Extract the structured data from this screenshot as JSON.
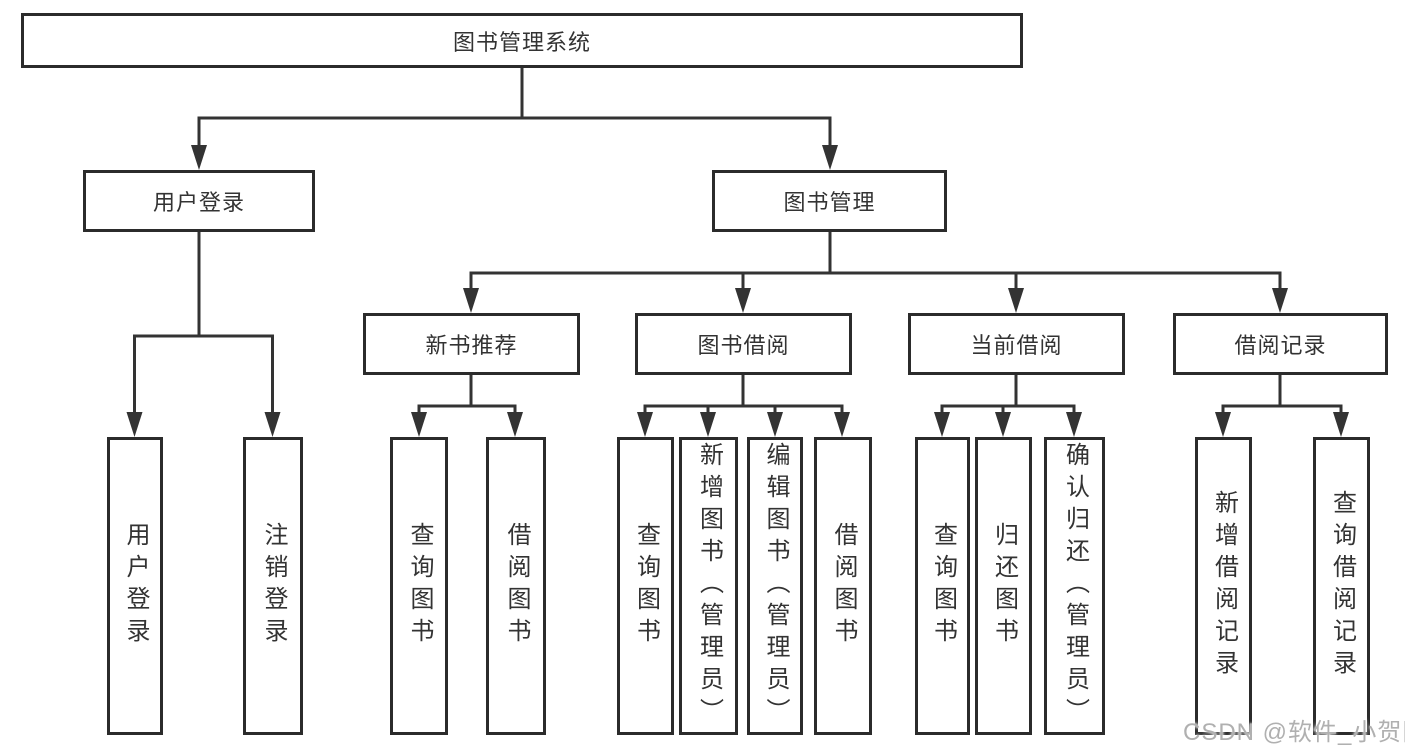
{
  "diagram": {
    "root": "图书管理系统",
    "level2": {
      "user_login": "用户登录",
      "book_mgmt": "图书管理"
    },
    "level3": {
      "new_books": "新书推荐",
      "book_borrow": "图书借阅",
      "current_borrow": "当前借阅",
      "borrow_records": "借阅记录"
    },
    "leaves": {
      "user_login": [
        "用户登录",
        "注销登录"
      ],
      "new_books": [
        "查询图书",
        "借阅图书"
      ],
      "book_borrow": [
        "查询图书",
        "新增图书（管理员）",
        "编辑图书（管理员）",
        "借阅图书"
      ],
      "current_borrow": [
        "查询图书",
        "归还图书",
        "确认归还（管理员）"
      ],
      "borrow_records": [
        "新增借阅记录",
        "查询借阅记录"
      ]
    }
  },
  "watermark": "CSDN @软件_小贺同学",
  "colors": {
    "line": "#333333",
    "box_border": "#2b2b2b",
    "text": "#333333",
    "watermark": "#b0b0b0",
    "background": "#ffffff"
  }
}
